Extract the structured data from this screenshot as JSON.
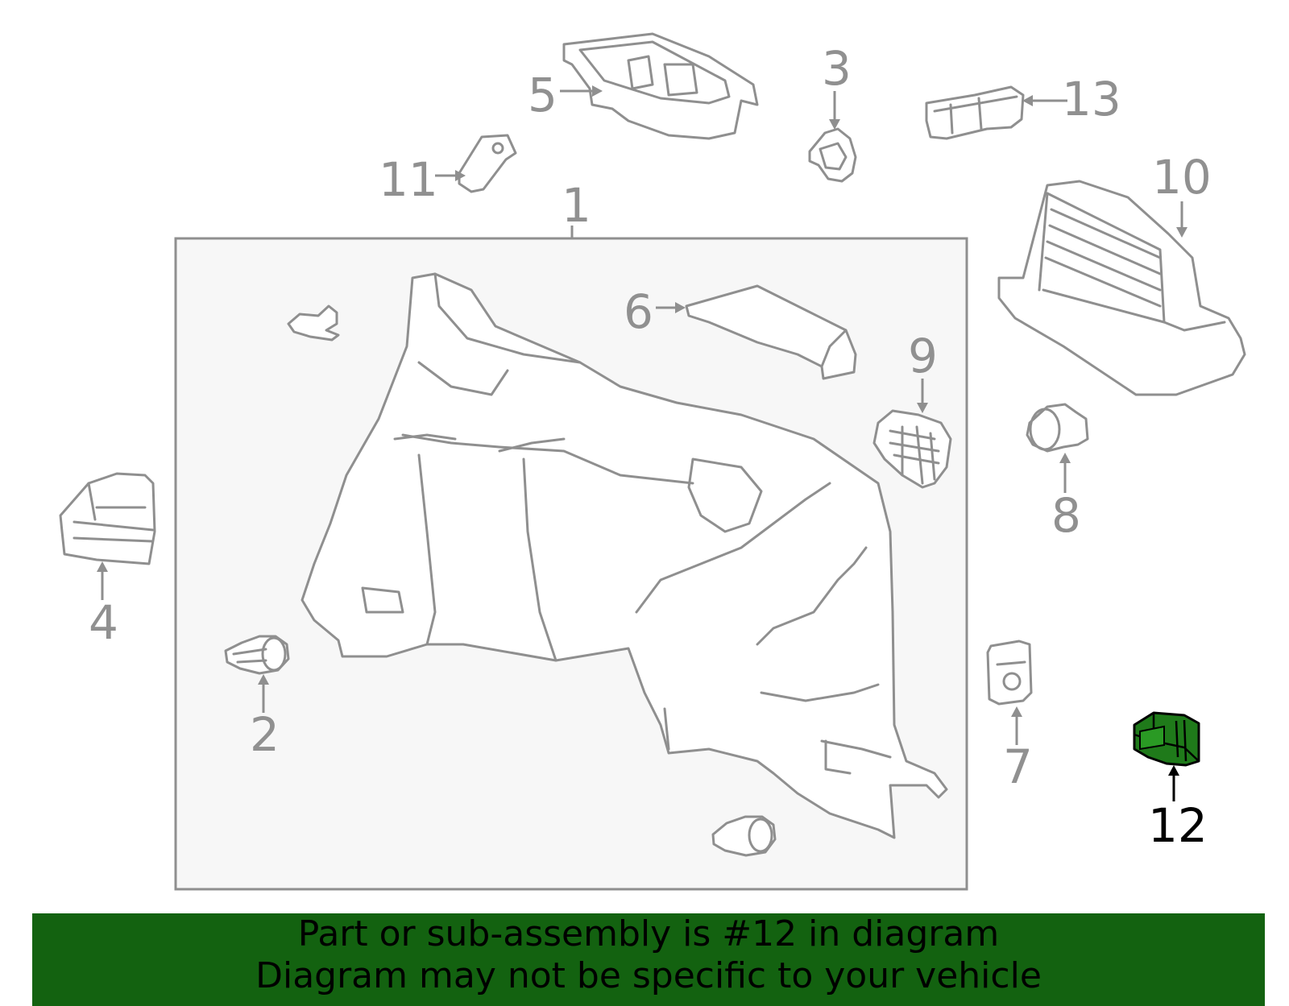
{
  "assembly_label": "1",
  "callouts": [
    {
      "id": "1",
      "text": "1"
    },
    {
      "id": "2",
      "text": "2"
    },
    {
      "id": "3",
      "text": "3"
    },
    {
      "id": "4",
      "text": "4"
    },
    {
      "id": "5",
      "text": "5"
    },
    {
      "id": "6",
      "text": "6"
    },
    {
      "id": "7",
      "text": "7"
    },
    {
      "id": "8",
      "text": "8"
    },
    {
      "id": "9",
      "text": "9"
    },
    {
      "id": "10",
      "text": "10"
    },
    {
      "id": "11",
      "text": "11"
    },
    {
      "id": "12",
      "text": "12",
      "highlighted": true
    },
    {
      "id": "13",
      "text": "13"
    }
  ],
  "banner": {
    "line1": "Part or sub-assembly is #12 in diagram",
    "line2": "Diagram may not be specific to your vehicle"
  },
  "colors": {
    "highlight_part": "#1f7a1a",
    "banner_bg": "#136210",
    "line_gray": "#8f8f8f",
    "assembly_box_bg": "#f7f7f7"
  }
}
